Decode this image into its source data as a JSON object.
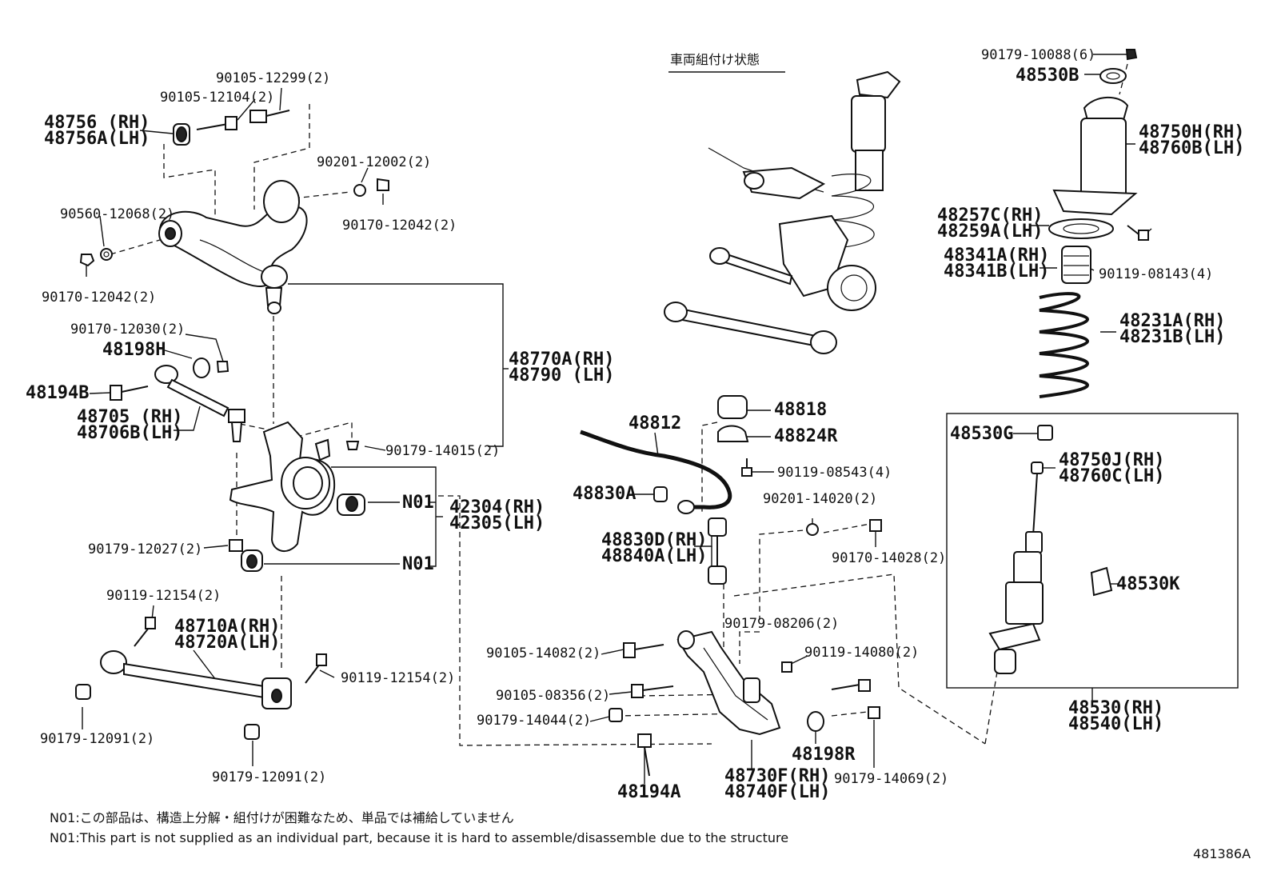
{
  "diagram_code": "481386A",
  "assembled_view_title": "車両組付け状態",
  "notes": [
    "N01:この部品は、構造上分解・組付けが困難なため、単品では補給していません",
    "N01:This part is not supplied as an individual part, because it is hard to assemble/disassemble due to the structure"
  ],
  "callouts": [
    {
      "id": "c1",
      "lines": [
        "90105-12299(2)"
      ],
      "size": "small"
    },
    {
      "id": "c2",
      "lines": [
        "90105-12104(2)"
      ],
      "size": "small"
    },
    {
      "id": "c3",
      "lines": [
        "48756 (RH)",
        "48756A(LH)"
      ],
      "size": "big"
    },
    {
      "id": "c4",
      "lines": [
        "90201-12002(2)"
      ],
      "size": "small"
    },
    {
      "id": "c5",
      "lines": [
        "90560-12068(2)"
      ],
      "size": "small"
    },
    {
      "id": "c6",
      "lines": [
        "90170-12042(2)"
      ],
      "size": "small"
    },
    {
      "id": "c7",
      "lines": [
        "90170-12042(2)"
      ],
      "size": "small"
    },
    {
      "id": "c8",
      "lines": [
        "90170-12030(2)"
      ],
      "size": "small"
    },
    {
      "id": "c9",
      "lines": [
        "48198H"
      ],
      "size": "big"
    },
    {
      "id": "c10",
      "lines": [
        "48194B"
      ],
      "size": "big"
    },
    {
      "id": "c11",
      "lines": [
        "48705 (RH)",
        "48706B(LH)"
      ],
      "size": "big"
    },
    {
      "id": "c12",
      "lines": [
        "48770A(RH)",
        "48790 (LH)"
      ],
      "size": "big"
    },
    {
      "id": "c13",
      "lines": [
        "90179-14015(2)"
      ],
      "size": "small"
    },
    {
      "id": "c14",
      "lines": [
        "N01"
      ],
      "size": "big"
    },
    {
      "id": "c15",
      "lines": [
        "42304(RH)",
        "42305(LH)"
      ],
      "size": "big"
    },
    {
      "id": "c16",
      "lines": [
        "N01"
      ],
      "size": "big"
    },
    {
      "id": "c17",
      "lines": [
        "90179-12027(2)"
      ],
      "size": "small"
    },
    {
      "id": "c18",
      "lines": [
        "90119-12154(2)"
      ],
      "size": "small"
    },
    {
      "id": "c19",
      "lines": [
        "48710A(RH)",
        "48720A(LH)"
      ],
      "size": "big"
    },
    {
      "id": "c20",
      "lines": [
        "90119-12154(2)"
      ],
      "size": "small"
    },
    {
      "id": "c21",
      "lines": [
        "90179-12091(2)"
      ],
      "size": "small"
    },
    {
      "id": "c22",
      "lines": [
        "90179-12091(2)"
      ],
      "size": "small"
    },
    {
      "id": "c23",
      "lines": [
        "48812"
      ],
      "size": "big"
    },
    {
      "id": "c24",
      "lines": [
        "48818"
      ],
      "size": "big"
    },
    {
      "id": "c25",
      "lines": [
        "48824R"
      ],
      "size": "big"
    },
    {
      "id": "c26",
      "lines": [
        "90119-08543(4)"
      ],
      "size": "small"
    },
    {
      "id": "c27",
      "lines": [
        "48830A"
      ],
      "size": "big"
    },
    {
      "id": "c28",
      "lines": [
        "90201-14020(2)"
      ],
      "size": "small"
    },
    {
      "id": "c29",
      "lines": [
        "48830D(RH)",
        "48840A(LH)"
      ],
      "size": "big"
    },
    {
      "id": "c30",
      "lines": [
        "90170-14028(2)"
      ],
      "size": "small"
    },
    {
      "id": "c31",
      "lines": [
        "90179-08206(2)"
      ],
      "size": "small"
    },
    {
      "id": "c32",
      "lines": [
        "90105-14082(2)"
      ],
      "size": "small"
    },
    {
      "id": "c33",
      "lines": [
        "90119-14080(2)"
      ],
      "size": "small"
    },
    {
      "id": "c34",
      "lines": [
        "90105-08356(2)"
      ],
      "size": "small"
    },
    {
      "id": "c35",
      "lines": [
        "90179-14044(2)"
      ],
      "size": "small"
    },
    {
      "id": "c36",
      "lines": [
        "48198R"
      ],
      "size": "big"
    },
    {
      "id": "c37",
      "lines": [
        "48730F(RH)",
        "48740F(LH)"
      ],
      "size": "big"
    },
    {
      "id": "c38",
      "lines": [
        "90179-14069(2)"
      ],
      "size": "small"
    },
    {
      "id": "c39",
      "lines": [
        "48194A"
      ],
      "size": "big"
    },
    {
      "id": "c40",
      "lines": [
        "90179-10088(6)"
      ],
      "size": "small"
    },
    {
      "id": "c41",
      "lines": [
        "48530B"
      ],
      "size": "big"
    },
    {
      "id": "c42",
      "lines": [
        "48750H(RH)",
        "48760B(LH)"
      ],
      "size": "big"
    },
    {
      "id": "c43",
      "lines": [
        "48257C(RH)",
        "48259A(LH)"
      ],
      "size": "big"
    },
    {
      "id": "c44",
      "lines": [
        "90119-08143(4)"
      ],
      "size": "small"
    },
    {
      "id": "c45",
      "lines": [
        "48341A(RH)",
        "48341B(LH)"
      ],
      "size": "big"
    },
    {
      "id": "c46",
      "lines": [
        "48231A(RH)",
        "48231B(LH)"
      ],
      "size": "big"
    },
    {
      "id": "c47",
      "lines": [
        "48530G"
      ],
      "size": "big"
    },
    {
      "id": "c48",
      "lines": [
        "48750J(RH)",
        "48760C(LH)"
      ],
      "size": "big"
    },
    {
      "id": "c49",
      "lines": [
        "48530K"
      ],
      "size": "big"
    },
    {
      "id": "c50",
      "lines": [
        "48530(RH)",
        "48540(LH)"
      ],
      "size": "big"
    }
  ]
}
